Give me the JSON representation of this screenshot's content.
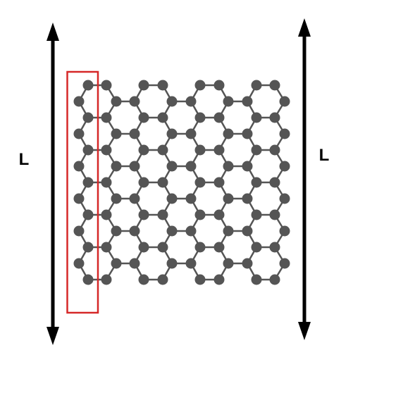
{
  "labels": {
    "left_length": "L",
    "right_length": "L"
  },
  "colors": {
    "atom": "#555555",
    "bond": "#555555",
    "arrow": "#000000",
    "highlight": "#d62828",
    "label": "#000000"
  },
  "lattice": {
    "type": "graphene-zigzag",
    "rows": 13,
    "columns": 12
  }
}
